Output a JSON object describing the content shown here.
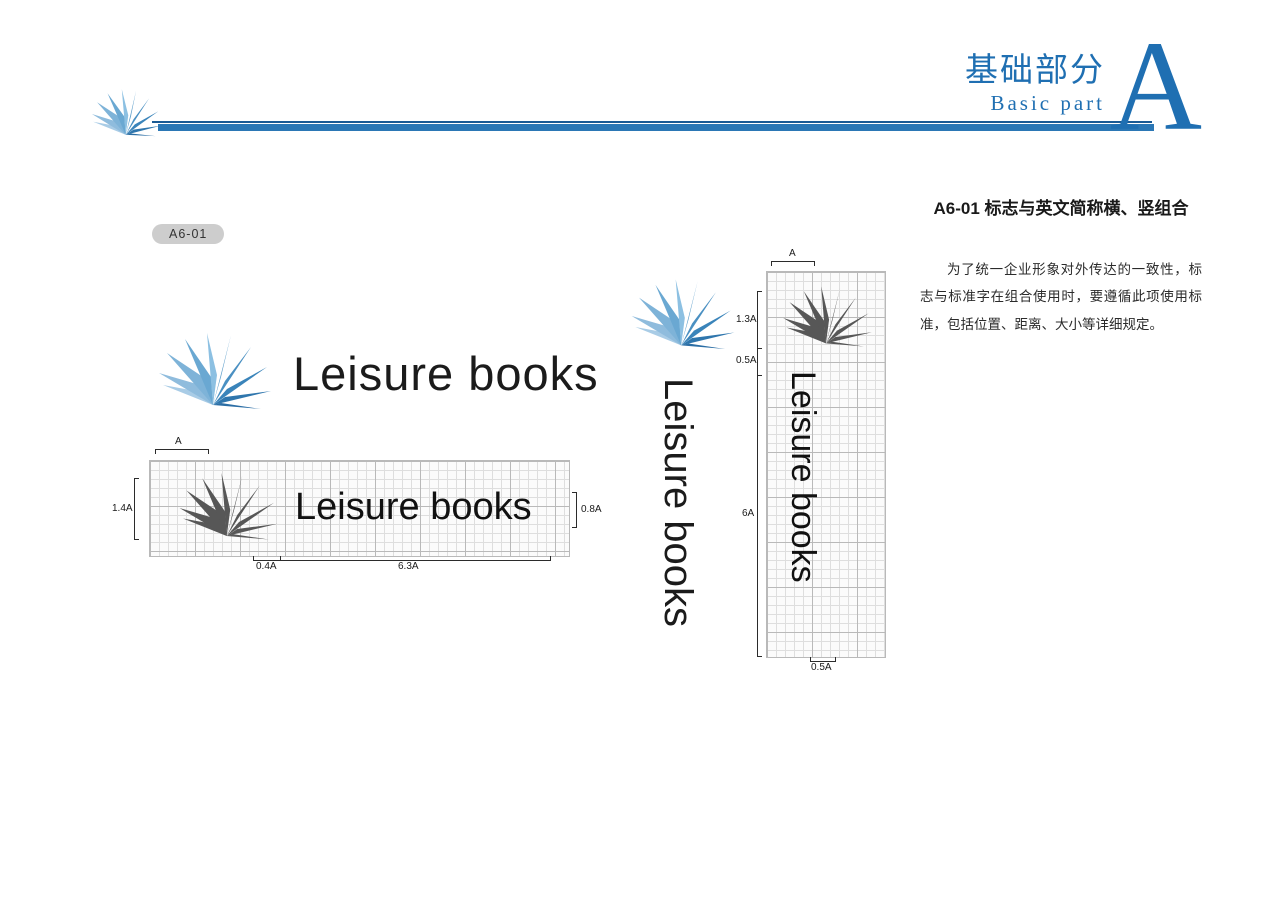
{
  "header": {
    "title_cn": "基础部分",
    "title_en": "Basic  part",
    "letter": "A",
    "accent_color": "#1f6fb2",
    "rule_color": "#2b77b5",
    "logo_icon": "leisure-books-fan-logo"
  },
  "right_column": {
    "section_title": "A6-01 标志与英文简称横、竖组合",
    "body": "为了统一企业形象对外传达的一致性，标志与标准字在组合使用时，要遵循此项使用标准，包括位置、距离、大小等详细规定。"
  },
  "code_badge": {
    "label": "A6-01",
    "background": "#cdcdcd"
  },
  "brand": {
    "wordmark": "Leisure books",
    "logo_icon": "fan-book-logo",
    "logo_blue_light": "#b8d4ea",
    "logo_blue_dark": "#2f6fa8",
    "logo_grey": "#575757"
  },
  "horizontal_diagram": {
    "label_top": "A",
    "label_left": "1.4A",
    "label_right": "0.8A",
    "label_bottom_gap": "0.4A",
    "label_bottom_span": "6.3A"
  },
  "vertical_diagram": {
    "label_top": "A",
    "label_logo_height": "1.3A",
    "label_gap": "0.5A",
    "label_total_height": "6A",
    "label_bottom": "0.5A"
  }
}
